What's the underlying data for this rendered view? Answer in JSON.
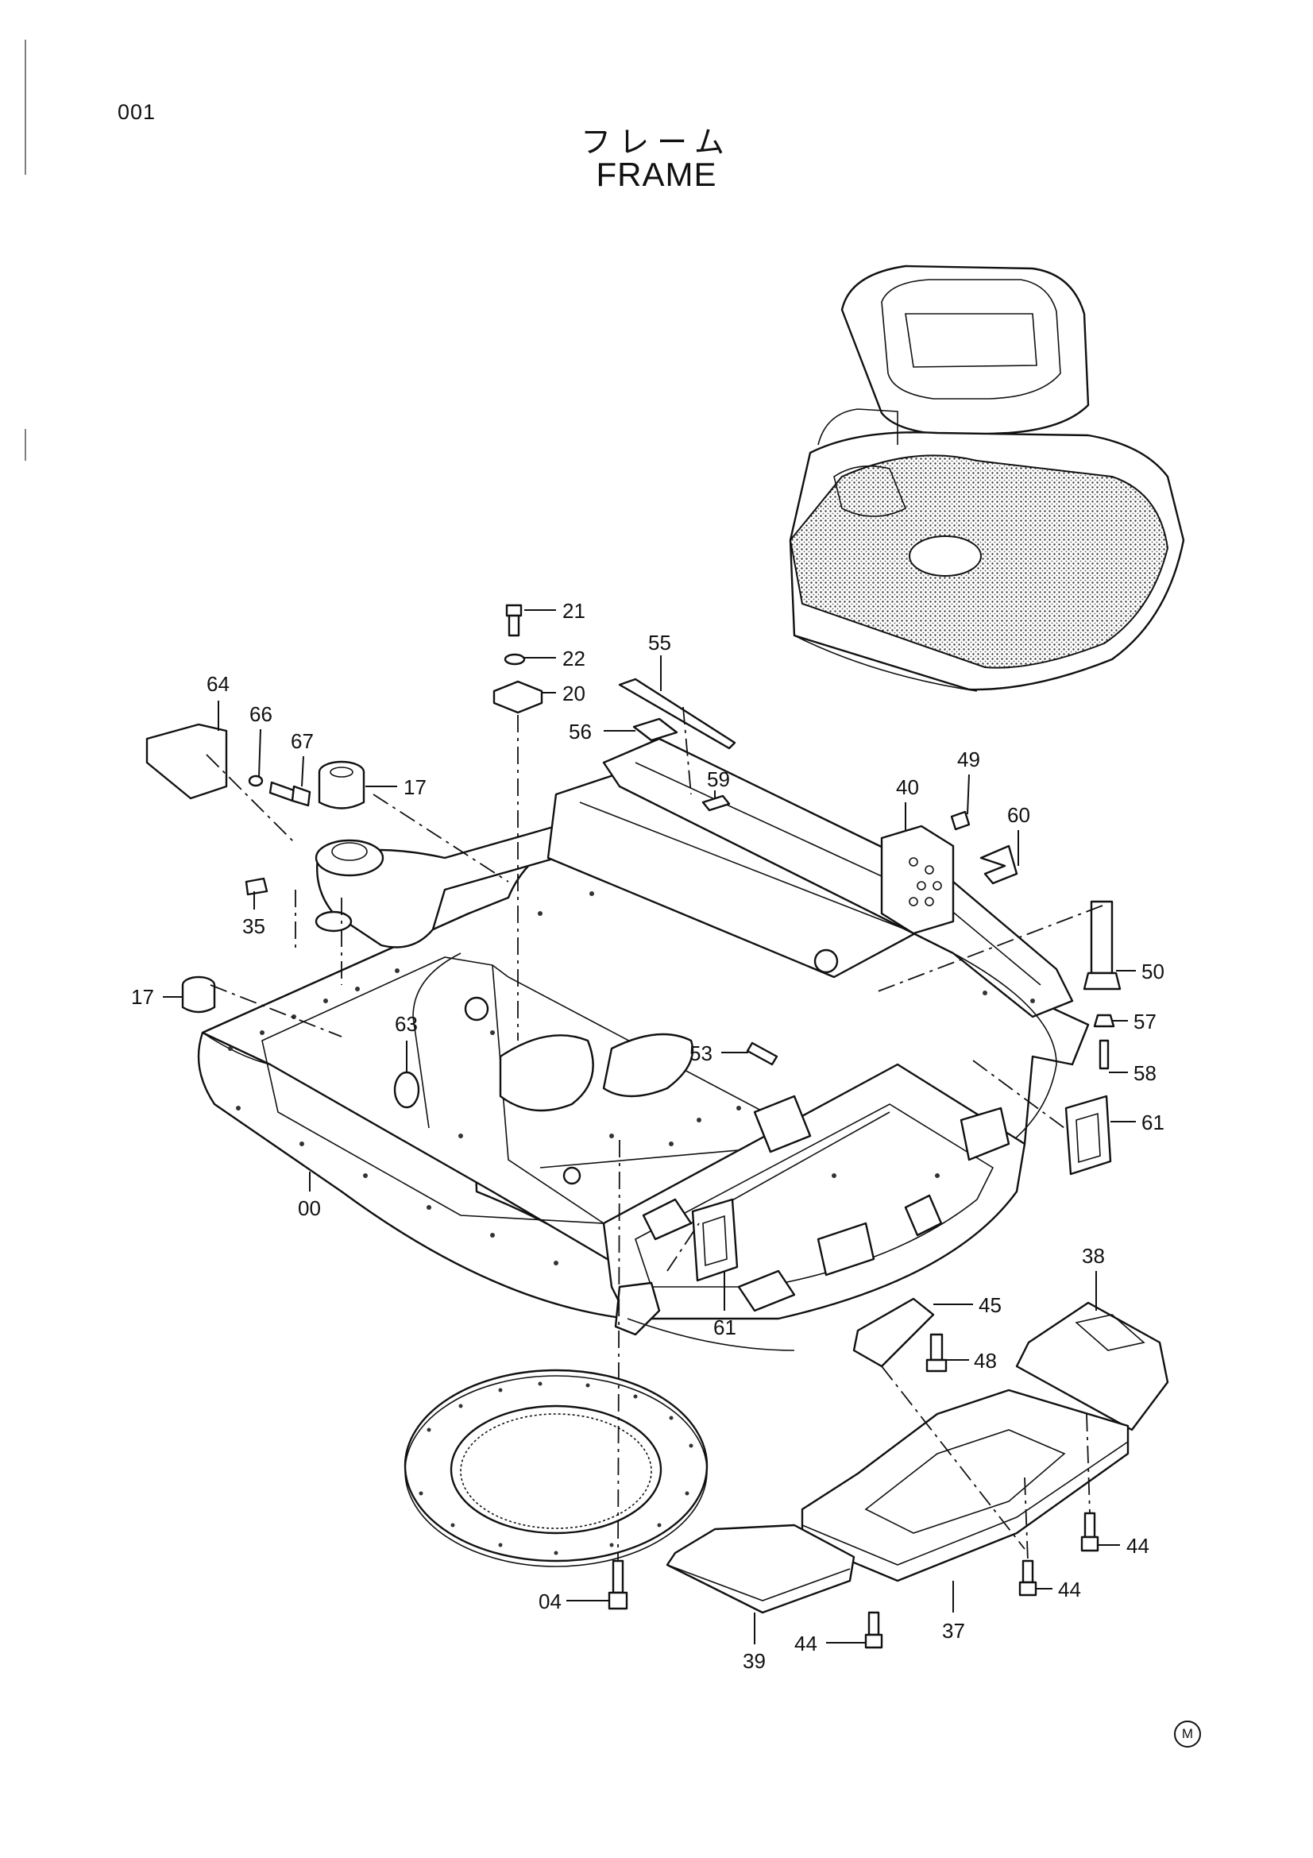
{
  "header": {
    "page_number": "001",
    "title_jp": "フレーム",
    "title_en": "FRAME"
  },
  "callouts": [
    {
      "id": "c21",
      "label": "21"
    },
    {
      "id": "c22",
      "label": "22"
    },
    {
      "id": "c20",
      "label": "20"
    },
    {
      "id": "c55",
      "label": "55"
    },
    {
      "id": "c56",
      "label": "56"
    },
    {
      "id": "c64",
      "label": "64"
    },
    {
      "id": "c66",
      "label": "66"
    },
    {
      "id": "c67",
      "label": "67"
    },
    {
      "id": "c17a",
      "label": "17"
    },
    {
      "id": "c59",
      "label": "59"
    },
    {
      "id": "c40",
      "label": "40"
    },
    {
      "id": "c49",
      "label": "49"
    },
    {
      "id": "c60",
      "label": "60"
    },
    {
      "id": "c35",
      "label": "35"
    },
    {
      "id": "c17b",
      "label": "17"
    },
    {
      "id": "c50",
      "label": "50"
    },
    {
      "id": "c57",
      "label": "57"
    },
    {
      "id": "c63",
      "label": "63"
    },
    {
      "id": "c53",
      "label": "53"
    },
    {
      "id": "c58",
      "label": "58"
    },
    {
      "id": "c61a",
      "label": "61"
    },
    {
      "id": "c00",
      "label": "00"
    },
    {
      "id": "c38",
      "label": "38"
    },
    {
      "id": "c45",
      "label": "45"
    },
    {
      "id": "c48",
      "label": "48"
    },
    {
      "id": "c61b",
      "label": "61"
    },
    {
      "id": "c44a",
      "label": "44"
    },
    {
      "id": "c44b",
      "label": "44"
    },
    {
      "id": "c04",
      "label": "04"
    },
    {
      "id": "c44c",
      "label": "44"
    },
    {
      "id": "c37",
      "label": "37"
    },
    {
      "id": "c39",
      "label": "39"
    }
  ],
  "footer": {
    "mark": "M"
  }
}
